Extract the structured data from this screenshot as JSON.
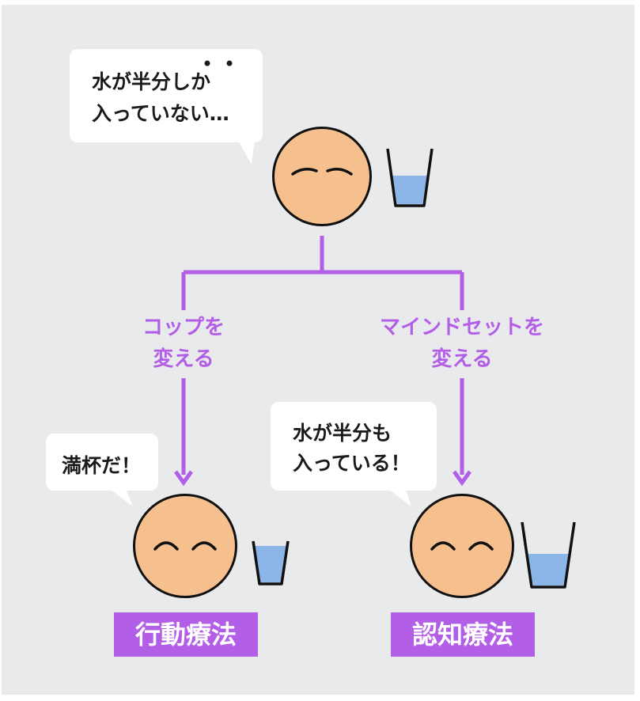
{
  "top": {
    "bubble_line1": "水が半分しか",
    "bubble_line2": "入っていない…"
  },
  "branches": {
    "left_line1": "コップを",
    "left_line2": "変える",
    "right_line1": "マインドセットを",
    "right_line2": "変える"
  },
  "left": {
    "bubble": "満杯だ！",
    "therapy": "行動療法"
  },
  "right": {
    "bubble_line1": "水が半分も",
    "bubble_line2": "入っている！",
    "therapy": "認知療法"
  },
  "colors": {
    "accent": "#b35ee6",
    "face": "#f6c08e",
    "water": "#8cb6e8",
    "background": "#e9eaec"
  }
}
